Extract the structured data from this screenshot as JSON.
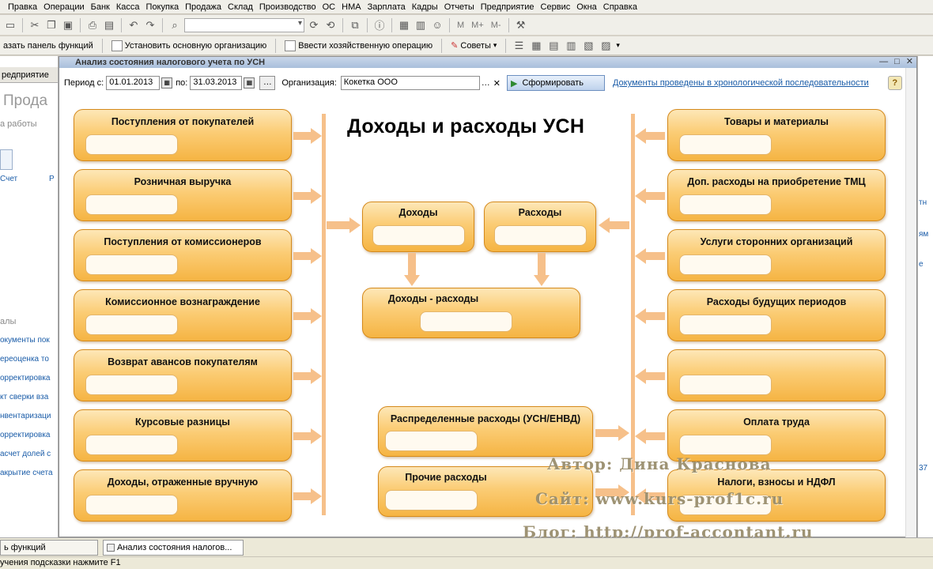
{
  "menu": [
    "Правка",
    "Операции",
    "Банк",
    "Касса",
    "Покупка",
    "Продажа",
    "Склад",
    "Производство",
    "ОС",
    "НМА",
    "Зарплата",
    "Кадры",
    "Отчеты",
    "Предприятие",
    "Сервис",
    "Окна",
    "Справка"
  ],
  "toolbar": {
    "m_label": "M",
    "m_plus_label": "M+",
    "m_minus_label": "M-"
  },
  "funcbar": {
    "show_panel": "азать панель функций",
    "set_org": "Установить основную организацию",
    "enter_op": "Ввести хозяйственную операцию",
    "tips": "Советы"
  },
  "leftpanel": {
    "tab": "редприятие",
    "title": "Прода",
    "subtitle": "а работы",
    "icon_label": "Счет",
    "icon_label2": "Р",
    "group": "алы",
    "links": [
      "окументы пок",
      "ереоценка то",
      "орректировка",
      "кт сверки вза",
      "нвентаризаци",
      "орректировка",
      "асчет долей с",
      "акрытие счета"
    ]
  },
  "rightstrip": {
    "items": [
      "тн",
      "ям",
      "е",
      "37"
    ]
  },
  "window": {
    "title": "Анализ состояния налогового учета по УСН",
    "period_from_label": "Период с:",
    "period_from": "01.01.2013",
    "period_to_label": "по:",
    "period_to": "31.03.2013",
    "org_label": "Организация:",
    "org_value": "Кокетка ООО",
    "generate": "Сформировать",
    "doc_link": "Документы проведены в хронологической последовательности",
    "help": "?"
  },
  "diagram": {
    "title": "Доходы и расходы УСН",
    "left_cards": [
      "Поступления от покупателей",
      "Розничная выручка",
      "Поступления от комиссионеров",
      "Комиссионное вознаграждение",
      "Возврат авансов покупателям",
      "Курсовые разницы",
      "Доходы, отраженные вручную"
    ],
    "right_cards": [
      "Товары и материалы",
      "Доп. расходы на приобретение ТМЦ",
      "Услуги сторонних организаций",
      "Расходы будущих периодов",
      "",
      "Оплата труда",
      "Налоги, взносы и НДФЛ"
    ],
    "income": "Доходы",
    "expense": "Расходы",
    "diff": "Доходы - расходы",
    "distributed": "Распределенные расходы (УСН/ЕНВД)",
    "other": "Прочие расходы"
  },
  "watermark": {
    "author": "Автор: Дина Краснова",
    "site": "Сайт: www.kurs-prof1c.ru",
    "blog": "Блог: http://prof-accontant.ru"
  },
  "taskbar": {
    "items": [
      "ь функций",
      "Анализ состояния налогов..."
    ]
  },
  "status": "учения подсказки нажмите F1",
  "colors": {
    "card_top": "#fde7b7",
    "card_bottom": "#f5b443",
    "card_border": "#d58a1c",
    "arrow": "#f6c08a",
    "link": "#1a5ca8"
  }
}
